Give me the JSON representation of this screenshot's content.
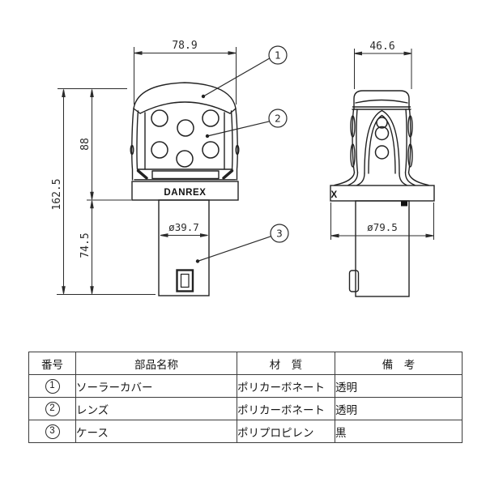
{
  "drawing": {
    "brand_label": "DANREX",
    "brand_label_side": "X",
    "dimensions": {
      "front_width": "78.9",
      "side_width": "46.6",
      "total_height": "162.5",
      "upper_height": "88",
      "lower_height": "74.5",
      "case_diameter": "ø39.7",
      "collar_diameter": "ø79.5"
    },
    "callouts": [
      {
        "number": "1"
      },
      {
        "number": "2"
      },
      {
        "number": "3"
      }
    ]
  },
  "parts_table": {
    "headers": [
      "番号",
      "部品名称",
      "材　質",
      "備　考"
    ],
    "rows": [
      {
        "number": "1",
        "name": "ソーラーカバー",
        "material": "ポリカーボネート",
        "remark": "透明"
      },
      {
        "number": "2",
        "name": "レンズ",
        "material": "ポリカーボネート",
        "remark": "透明"
      },
      {
        "number": "3",
        "name": "ケース",
        "material": "ポリプロピレン",
        "remark": "黒"
      }
    ]
  },
  "colors": {
    "line": "#222222",
    "text": "#161616",
    "background": "#ffffff"
  }
}
